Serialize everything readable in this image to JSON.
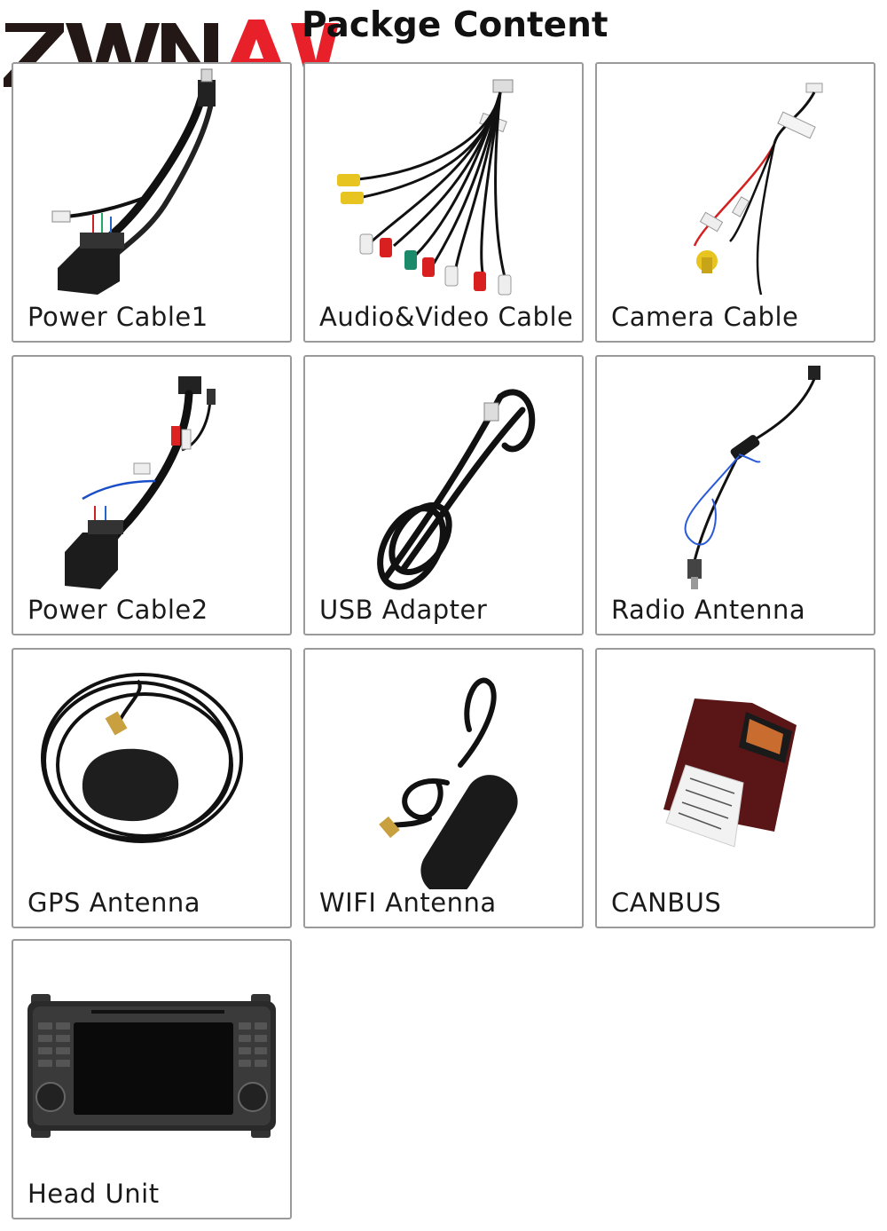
{
  "brand": {
    "logo_text": "ZWNAV",
    "accent": "#e8202a",
    "dark": "#231815"
  },
  "page_title": "Packge Content",
  "items": [
    {
      "label": "Power Cable1",
      "icon": "power-cable-icon"
    },
    {
      "label": "Audio&Video Cable",
      "icon": "av-cable-icon"
    },
    {
      "label": "Camera Cable",
      "icon": "camera-cable-icon"
    },
    {
      "label": "Power Cable2",
      "icon": "power-cable-icon"
    },
    {
      "label": "USB Adapter",
      "icon": "usb-cable-icon"
    },
    {
      "label": "Radio Antenna",
      "icon": "radio-antenna-icon"
    },
    {
      "label": "GPS Antenna",
      "icon": "gps-antenna-icon"
    },
    {
      "label": "WIFI Antenna",
      "icon": "wifi-antenna-icon"
    },
    {
      "label": "CANBUS",
      "icon": "canbus-decoder-icon"
    },
    {
      "label": "Head Unit",
      "icon": "head-unit-icon"
    }
  ]
}
